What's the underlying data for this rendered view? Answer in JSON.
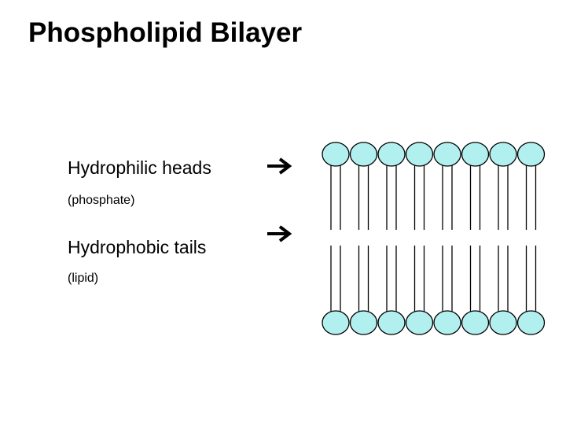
{
  "title": "Phospholipid Bilayer",
  "labels": {
    "heads": "Hydrophilic heads",
    "heads_sub": "(phosphate)",
    "tails": "Hydrophobic tails",
    "tails_sub": "(lipid)"
  },
  "icons": {
    "arrow": "right-arrow-icon"
  },
  "colors": {
    "head_fill": "#b2f0ef",
    "outline": "#000000"
  },
  "bilayer": {
    "heads_per_layer": 8
  }
}
